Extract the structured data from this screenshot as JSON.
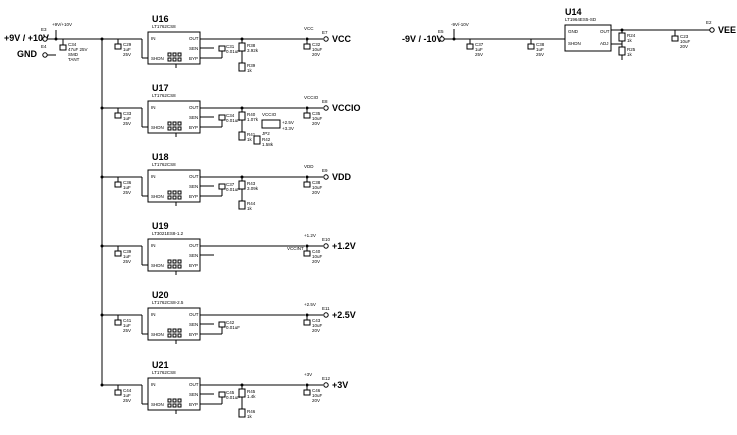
{
  "inputs": {
    "pos_label": "+9V / +10V",
    "gnd_label": "GND",
    "e3": "E3",
    "e4": "E4",
    "vin_note": "+9V/+10V",
    "c34": "C34",
    "c34_val": "47uF 25V",
    "c34_type": "SMD",
    "c34_tant": "TANT"
  },
  "regulators": [
    {
      "ref": "U16",
      "part": "LT1762CS8",
      "out_label": "VCC",
      "net": "VCC",
      "eref": "E7",
      "cin": "C29",
      "cin_val": "1uF",
      "cin_v": "25V",
      "cbyp": "C31",
      "cbyp_val": "0.01uF",
      "r1": "R38",
      "r1_val": "3.92k",
      "r2": "R39",
      "r2_val": "1k",
      "cout": "C32",
      "cout_val": "10uF",
      "cout_v": "20V"
    },
    {
      "ref": "U17",
      "part": "LT1762CS8",
      "out_label": "VCCIO",
      "net": "VCCIO",
      "eref": "E8",
      "cin": "C33",
      "cin_val": "1uF",
      "cin_v": "25V",
      "cbyp": "C34",
      "cbyp_val": "0.01uF",
      "r1": "R40",
      "r1_val": "1.07k",
      "r2": "R41",
      "r2_val": "1k",
      "cout": "C35",
      "cout_val": "10uF",
      "cout_v": "20V",
      "extra": {
        "jp": "JP2",
        "vccio": "VCCIO",
        "o1": "+2.5V",
        "o2": "+3.3V",
        "r3": "R42",
        "r3_val": "1.58k"
      }
    },
    {
      "ref": "U18",
      "part": "LT1762CS8",
      "out_label": "VDD",
      "net": "VDD",
      "eref": "E9",
      "cin": "C36",
      "cin_val": "1uF",
      "cin_v": "25V",
      "cbyp": "C37",
      "cbyp_val": "0.01uF",
      "r1": "R43",
      "r1_val": "3.09k",
      "r2": "R44",
      "r2_val": "1k",
      "cout": "C38",
      "cout_val": "10uF",
      "cout_v": "20V"
    },
    {
      "ref": "U19",
      "part": "LT3021ES8-1.2",
      "out_label": "+1.2V",
      "net": "+1.2V",
      "eref": "E10",
      "cin": "C39",
      "cin_val": "1uF",
      "cin_v": "25V",
      "cbyp": "",
      "cbyp_val": "",
      "r1": "",
      "r1_val": "",
      "r2": "",
      "r2_val": "",
      "cout": "C40",
      "cout_val": "10uF",
      "cout_v": "20V",
      "vccint": "VCCINT"
    },
    {
      "ref": "U20",
      "part": "LT1762CS8-2.5",
      "out_label": "+2.5V",
      "net": "+2.5V",
      "eref": "E11",
      "cin": "C41",
      "cin_val": "1uF",
      "cin_v": "25V",
      "cbyp": "C42",
      "cbyp_val": "0.01uF",
      "r1": "",
      "r1_val": "",
      "r2": "",
      "r2_val": "",
      "cout": "C43",
      "cout_val": "10uF",
      "cout_v": "20V"
    },
    {
      "ref": "U21",
      "part": "LT1762CS8",
      "out_label": "+3V",
      "net": "+3V",
      "eref": "E12",
      "cin": "C44",
      "cin_val": "1uF",
      "cin_v": "25V",
      "cbyp": "C45",
      "cbyp_val": "0.01uF",
      "r1": "R45",
      "r1_val": "1.4k",
      "r2": "R46",
      "r2_val": "1k",
      "cout": "C46",
      "cout_val": "10uF",
      "cout_v": "20V"
    }
  ],
  "pins": {
    "in": "IN",
    "out": "OUT",
    "sense": "SEN",
    "shdn": "SHDN",
    "byp": "BYP"
  },
  "u14": {
    "ref": "U14",
    "part": "LT1964ES5-SD",
    "input_label": "-9V / -10V",
    "vin_note": "-9V/-10V",
    "e5": "E5",
    "c37": "C37",
    "c37_val": "1uF",
    "c37_v": "25V",
    "c38": "C38",
    "c38_val": "1uF",
    "c38_v": "25V",
    "pin_gnd": "GND",
    "pin_shdn": "SHDN",
    "pin_out": "OUT",
    "pin_adj": "ADJ",
    "r24": "R24",
    "r24_val": "1k",
    "r25": "R25",
    "r25_val": "1k",
    "c23": "C23",
    "c23_val": "10uF",
    "c23_v": "20V",
    "e2": "E2",
    "out_label": "VEE"
  }
}
